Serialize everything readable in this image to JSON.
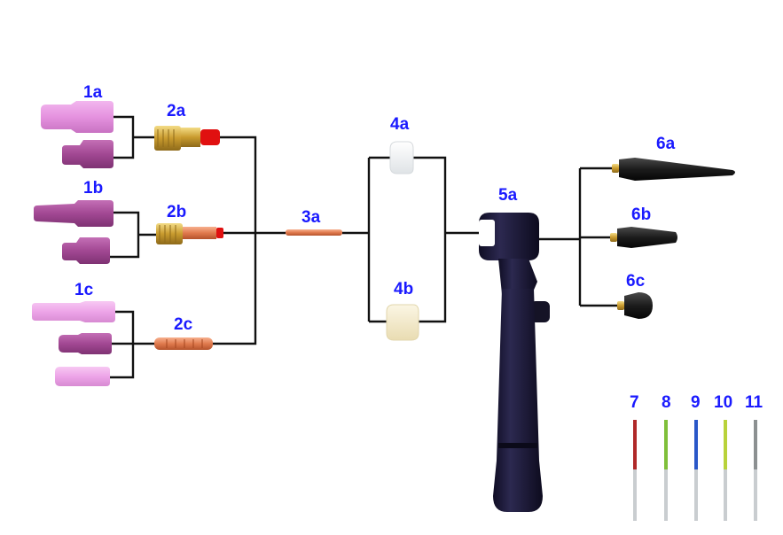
{
  "labels": {
    "cup_1a": "1a",
    "cup_1b": "1b",
    "cup_1c": "1c",
    "body_2a": "2a",
    "body_2b": "2b",
    "collet_2c": "2c",
    "collet_3a": "3a",
    "insulator_4a": "4a",
    "insulator_4b": "4b",
    "torch_5a": "5a",
    "cap_6a": "6a",
    "cap_6b": "6b",
    "cap_6c": "6c",
    "electrode_7": "7",
    "electrode_8": "8",
    "electrode_9": "9",
    "electrode_10": "10",
    "electrode_11": "11"
  },
  "colors": {
    "label": "#1a1aff",
    "wire": "#111111",
    "cup_light_pink": "#e79ae0",
    "cup_purple": "#a54a97",
    "cup_pale_pink": "#f0a8ec",
    "brass": "#d7b24a",
    "copper": "#e8825a",
    "red_tip": "#e01010",
    "insulator_white": "#f3f5f7",
    "insulator_cream": "#f4ecd0",
    "torch_body": "#1e1b3a",
    "back_cap": "#222222",
    "electrode_7_tip": "#b02828",
    "electrode_8_tip": "#7fbf3a",
    "electrode_9_tip": "#2a57c8",
    "electrode_10_tip": "#b8d23a",
    "electrode_11_tip": "#8c9091",
    "tungsten": "#c9cdd0"
  }
}
